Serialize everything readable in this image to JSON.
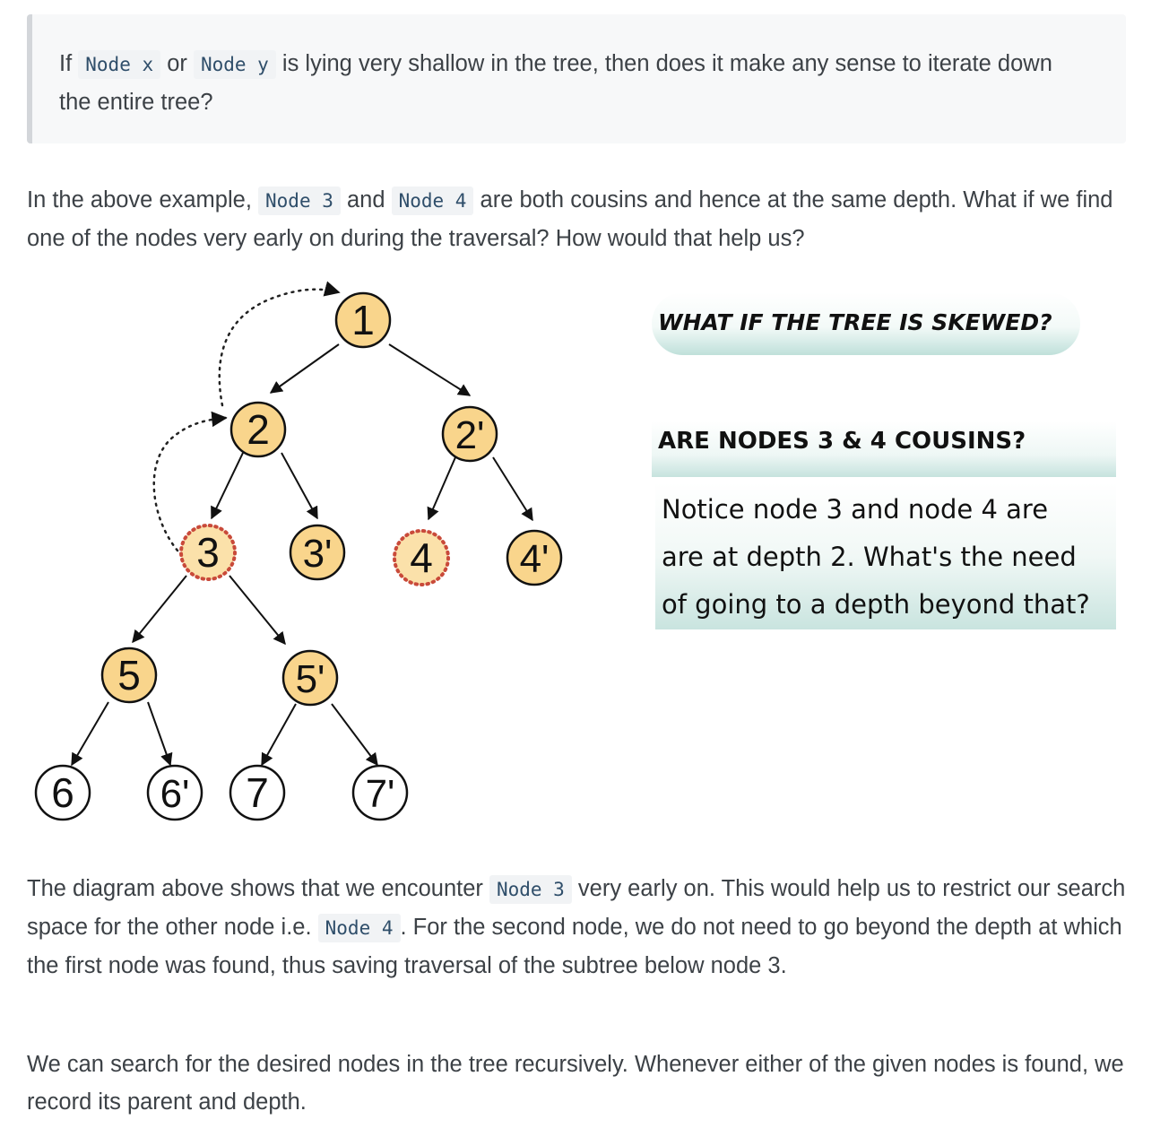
{
  "quote": {
    "pre": "If ",
    "code1": "Node x",
    "mid": " or ",
    "code2": "Node y",
    "post": " is lying very shallow in the tree, then does it make any sense to iterate down the entire tree?"
  },
  "para1": {
    "pre": "In the above example, ",
    "code1": "Node 3",
    "mid": " and ",
    "code2": "Node 4",
    "post": " are both cousins and hence at the same depth. What if we find one of the nodes very early on during the traversal? How would that help us?"
  },
  "diagram": {
    "nodes": {
      "n1": "1",
      "n2": "2",
      "n2p": "2'",
      "n3": "3",
      "n3p": "3'",
      "n4": "4",
      "n4p": "4'",
      "n5": "5",
      "n5p": "5'",
      "n6": "6",
      "n6p": "6'",
      "n7": "7",
      "n7p": "7'"
    },
    "callout_skewed": "WHAT IF THE TREE IS SKEWED?",
    "callout_cousins": "ARE NODES 3 & 4 COUSINS?",
    "note_lines": [
      "Notice node 3 and node 4 are",
      "are at depth 2. What's the need",
      "of going to a depth beyond that?"
    ],
    "colors": {
      "node_fill": "#f9d58c",
      "highlight_dots": "#c94a3a",
      "callout_bg": "#cfe6e2"
    }
  },
  "para2": {
    "pre": "The diagram above shows that we encounter ",
    "code1": "Node 3",
    "mid": " very early on. This would help us to restrict our search space for the other node i.e. ",
    "code2": "Node 4",
    "post": ". For the second node, we do not need to go beyond the depth at which the first node was found, thus saving traversal of the subtree below node 3."
  },
  "para3": {
    "text": "We can search for the desired nodes in the tree recursively. Whenever either of the given nodes is found, we record its parent and depth."
  }
}
